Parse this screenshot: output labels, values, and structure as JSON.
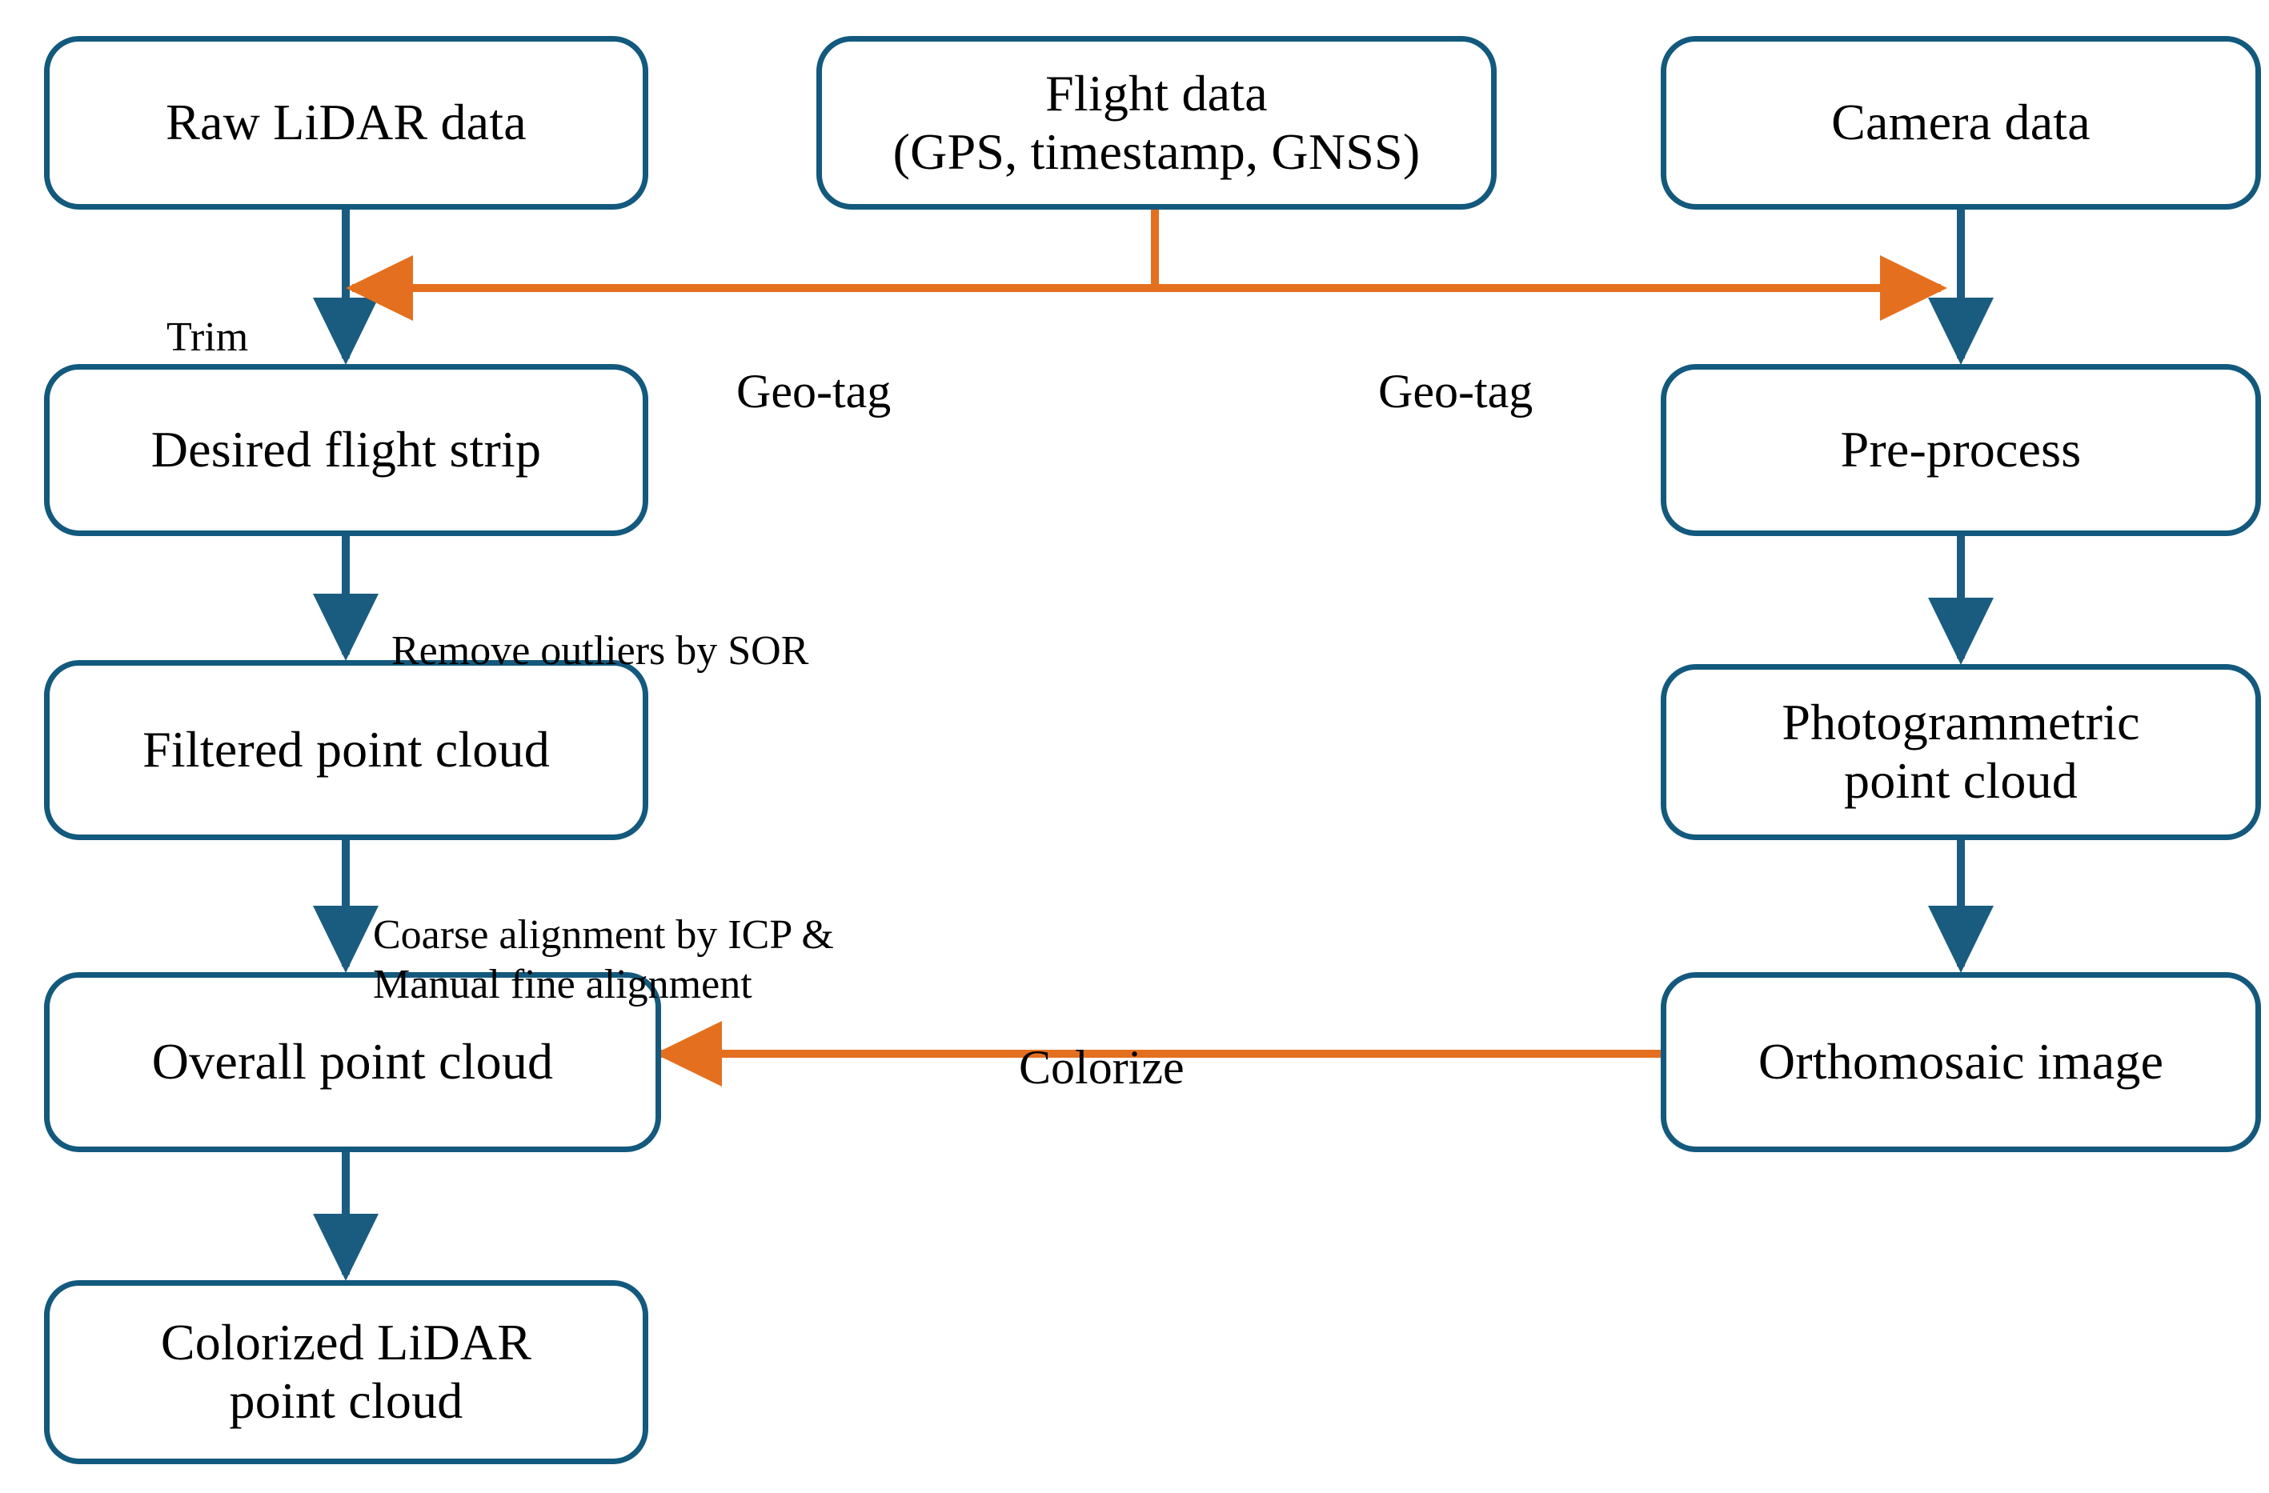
{
  "diagram": {
    "title": "LiDAR and photogrammetry data processing workflow",
    "colors": {
      "node_stroke": "#13597D",
      "node_fill": "#FFFFFF",
      "blue_arrow": "#1A5C80",
      "orange_arrow": "#E4701F",
      "text": "#000000",
      "background": "#FFFFFF"
    },
    "nodes": [
      {
        "id": "raw-lidar-data",
        "label": "Raw LiDAR data"
      },
      {
        "id": "flight-data",
        "label": "Flight data\n(GPS, timestamp, GNSS)"
      },
      {
        "id": "camera-data",
        "label": "Camera data"
      },
      {
        "id": "desired-flight-strip",
        "label": "Desired flight strip"
      },
      {
        "id": "pre-process",
        "label": "Pre-process"
      },
      {
        "id": "filtered-point-cloud",
        "label": "Filtered point cloud"
      },
      {
        "id": "photogrammetric-point-cloud",
        "label": "Photogrammetric\npoint cloud"
      },
      {
        "id": "overall-point-cloud",
        "label": "Overall point cloud"
      },
      {
        "id": "orthomosaic-image",
        "label": "Orthomosaic image"
      },
      {
        "id": "colorized-lidar-point-cloud",
        "label": "Colorized LiDAR\npoint cloud"
      }
    ],
    "edges": [
      {
        "id": "trim",
        "label": "Trim",
        "from": "raw-lidar-data",
        "to": "desired-flight-strip",
        "color": "blue"
      },
      {
        "id": "geo-tag-left",
        "label": "Geo-tag",
        "from": "flight-data",
        "to": "raw-lidar-data",
        "color": "orange"
      },
      {
        "id": "geo-tag-right",
        "label": "Geo-tag",
        "from": "flight-data",
        "to": "camera-data",
        "color": "orange"
      },
      {
        "id": "camera-preprocess",
        "label": "",
        "from": "camera-data",
        "to": "pre-process",
        "color": "blue"
      },
      {
        "id": "remove-outliers",
        "label": "Remove outliers by SOR",
        "from": "desired-flight-strip",
        "to": "filtered-point-cloud",
        "color": "blue"
      },
      {
        "id": "preprocess-photo",
        "label": "",
        "from": "pre-process",
        "to": "photogrammetric-point-cloud",
        "color": "blue"
      },
      {
        "id": "alignment",
        "label": "Coarse alignment by ICP &\nManual fine alignment",
        "from": "filtered-point-cloud",
        "to": "overall-point-cloud",
        "color": "blue"
      },
      {
        "id": "photo-ortho",
        "label": "",
        "from": "photogrammetric-point-cloud",
        "to": "orthomosaic-image",
        "color": "blue"
      },
      {
        "id": "colorize",
        "label": "Colorize",
        "from": "orthomosaic-image",
        "to": "overall-point-cloud",
        "color": "orange"
      },
      {
        "id": "to-colorized",
        "label": "",
        "from": "overall-point-cloud",
        "to": "colorized-lidar-point-cloud",
        "color": "blue"
      }
    ]
  }
}
